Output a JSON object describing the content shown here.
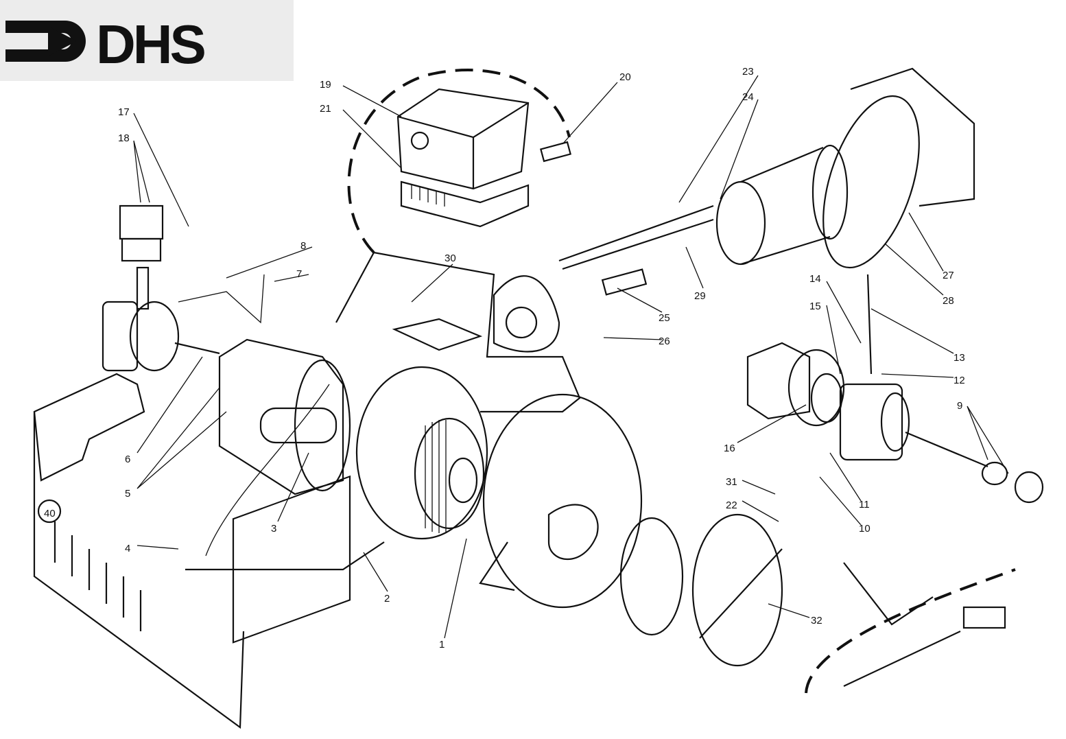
{
  "logo": {
    "text": "DHS",
    "color": "#111111",
    "background": "#ececec"
  },
  "diagram": {
    "part_labels": [
      "19",
      "20",
      "21",
      "17",
      "18",
      "23",
      "24",
      "8",
      "7",
      "30",
      "29",
      "25",
      "26",
      "27",
      "28",
      "14",
      "15",
      "13",
      "12",
      "9",
      "16",
      "6",
      "5",
      "3",
      "4",
      "11",
      "10",
      "31",
      "22",
      "2",
      "1",
      "32",
      "40"
    ]
  }
}
